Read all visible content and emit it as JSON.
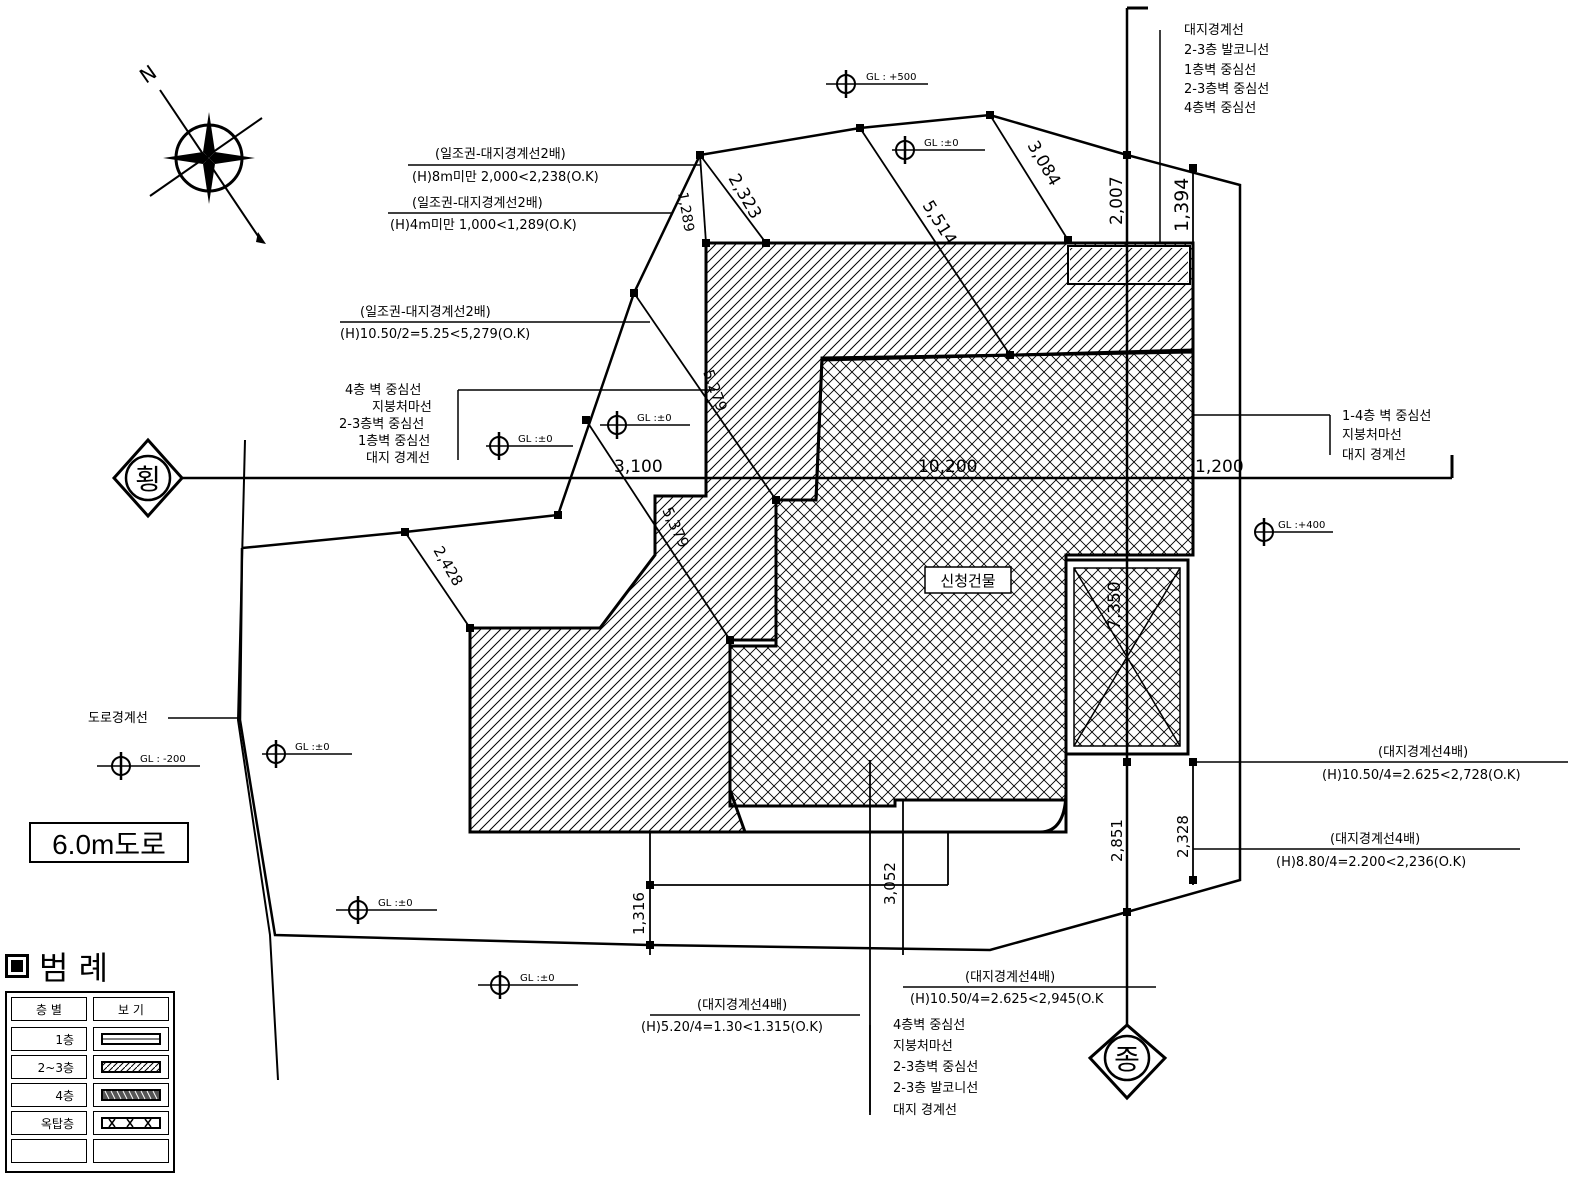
{
  "north_label": "N",
  "axis_markers": {
    "horizontal": "횡",
    "vertical": "종"
  },
  "road_label": "6.0m도로",
  "road_boundary_label": "도로경계선",
  "building_label": "신청건물",
  "legend": {
    "title": "범 례",
    "headers": [
      "층 별",
      "보 기"
    ],
    "rows": [
      {
        "floor": "1층",
        "pattern": "1f"
      },
      {
        "floor": "2~3층",
        "pattern": "23f"
      },
      {
        "floor": "4층",
        "pattern": "4f"
      },
      {
        "floor": "옥탑층",
        "pattern": "roof"
      },
      {
        "floor": "",
        "pattern": "none"
      }
    ]
  },
  "gl_marks": [
    "GL : +500",
    "GL :±0",
    "GL :±0",
    "GL :±0",
    "GL :+400",
    "GL : -200",
    "GL :±0",
    "GL :±0",
    "GL :±0"
  ],
  "top_right_lines": [
    "대지경계선",
    "2-3층 발코니선",
    "1층벽 중심선",
    "2-3층벽 중심선",
    "4층벽 중심선"
  ],
  "left_lines": [
    "4층 벽 중심선",
    "지붕처마선",
    "2-3층벽 중심선",
    "1층벽 중심선",
    "대지 경계선"
  ],
  "right_lines": [
    "1-4층 벽 중심선",
    "지붕처마선",
    "대지 경계선"
  ],
  "bottom_lines": [
    "4층벽 중심선",
    "지붕처마선",
    "2-3층벽 중심선",
    "2-3층 발코니선",
    "대지 경계선"
  ],
  "annotations": [
    {
      "title": "(일조권-대지경계선2배)",
      "value": "(H)8m미만 2,000<2,238(O.K)"
    },
    {
      "title": "(일조권-대지경계선2배)",
      "value": "(H)4m미만 1,000<1,289(O.K)"
    },
    {
      "title": "(일조권-대지경계선2배)",
      "value": "(H)10.50/2=5.25<5,279(O.K)"
    },
    {
      "title": "(대지경계선4배)",
      "value": "(H)10.50/4=2.625<2,728(O.K)"
    },
    {
      "title": "(대지경계선4배)",
      "value": "(H)8.80/4=2.200<2,236(O.K)"
    },
    {
      "title": "(대지경계선4배)",
      "value": "(H)10.50/4=2.625<2,945(O.K"
    },
    {
      "title": "(대지경계선4배)",
      "value": "(H)5.20/4=1.30<1.315(O.K)"
    }
  ],
  "dimensions": {
    "d2323": "2,323",
    "d1289": "1,289",
    "d5514": "5,514",
    "d3084": "3,084",
    "d2007": "2,007",
    "d1394": "1,394",
    "d5279": "5,279",
    "d3100": "3,100",
    "d10200": "10,200",
    "d1200": "1,200",
    "d5379": "5,379",
    "d2428": "2,428",
    "d7350": "7,350",
    "d2851": "2,851",
    "d2328": "2,328",
    "d3052": "3,052",
    "d1316": "1,316"
  }
}
